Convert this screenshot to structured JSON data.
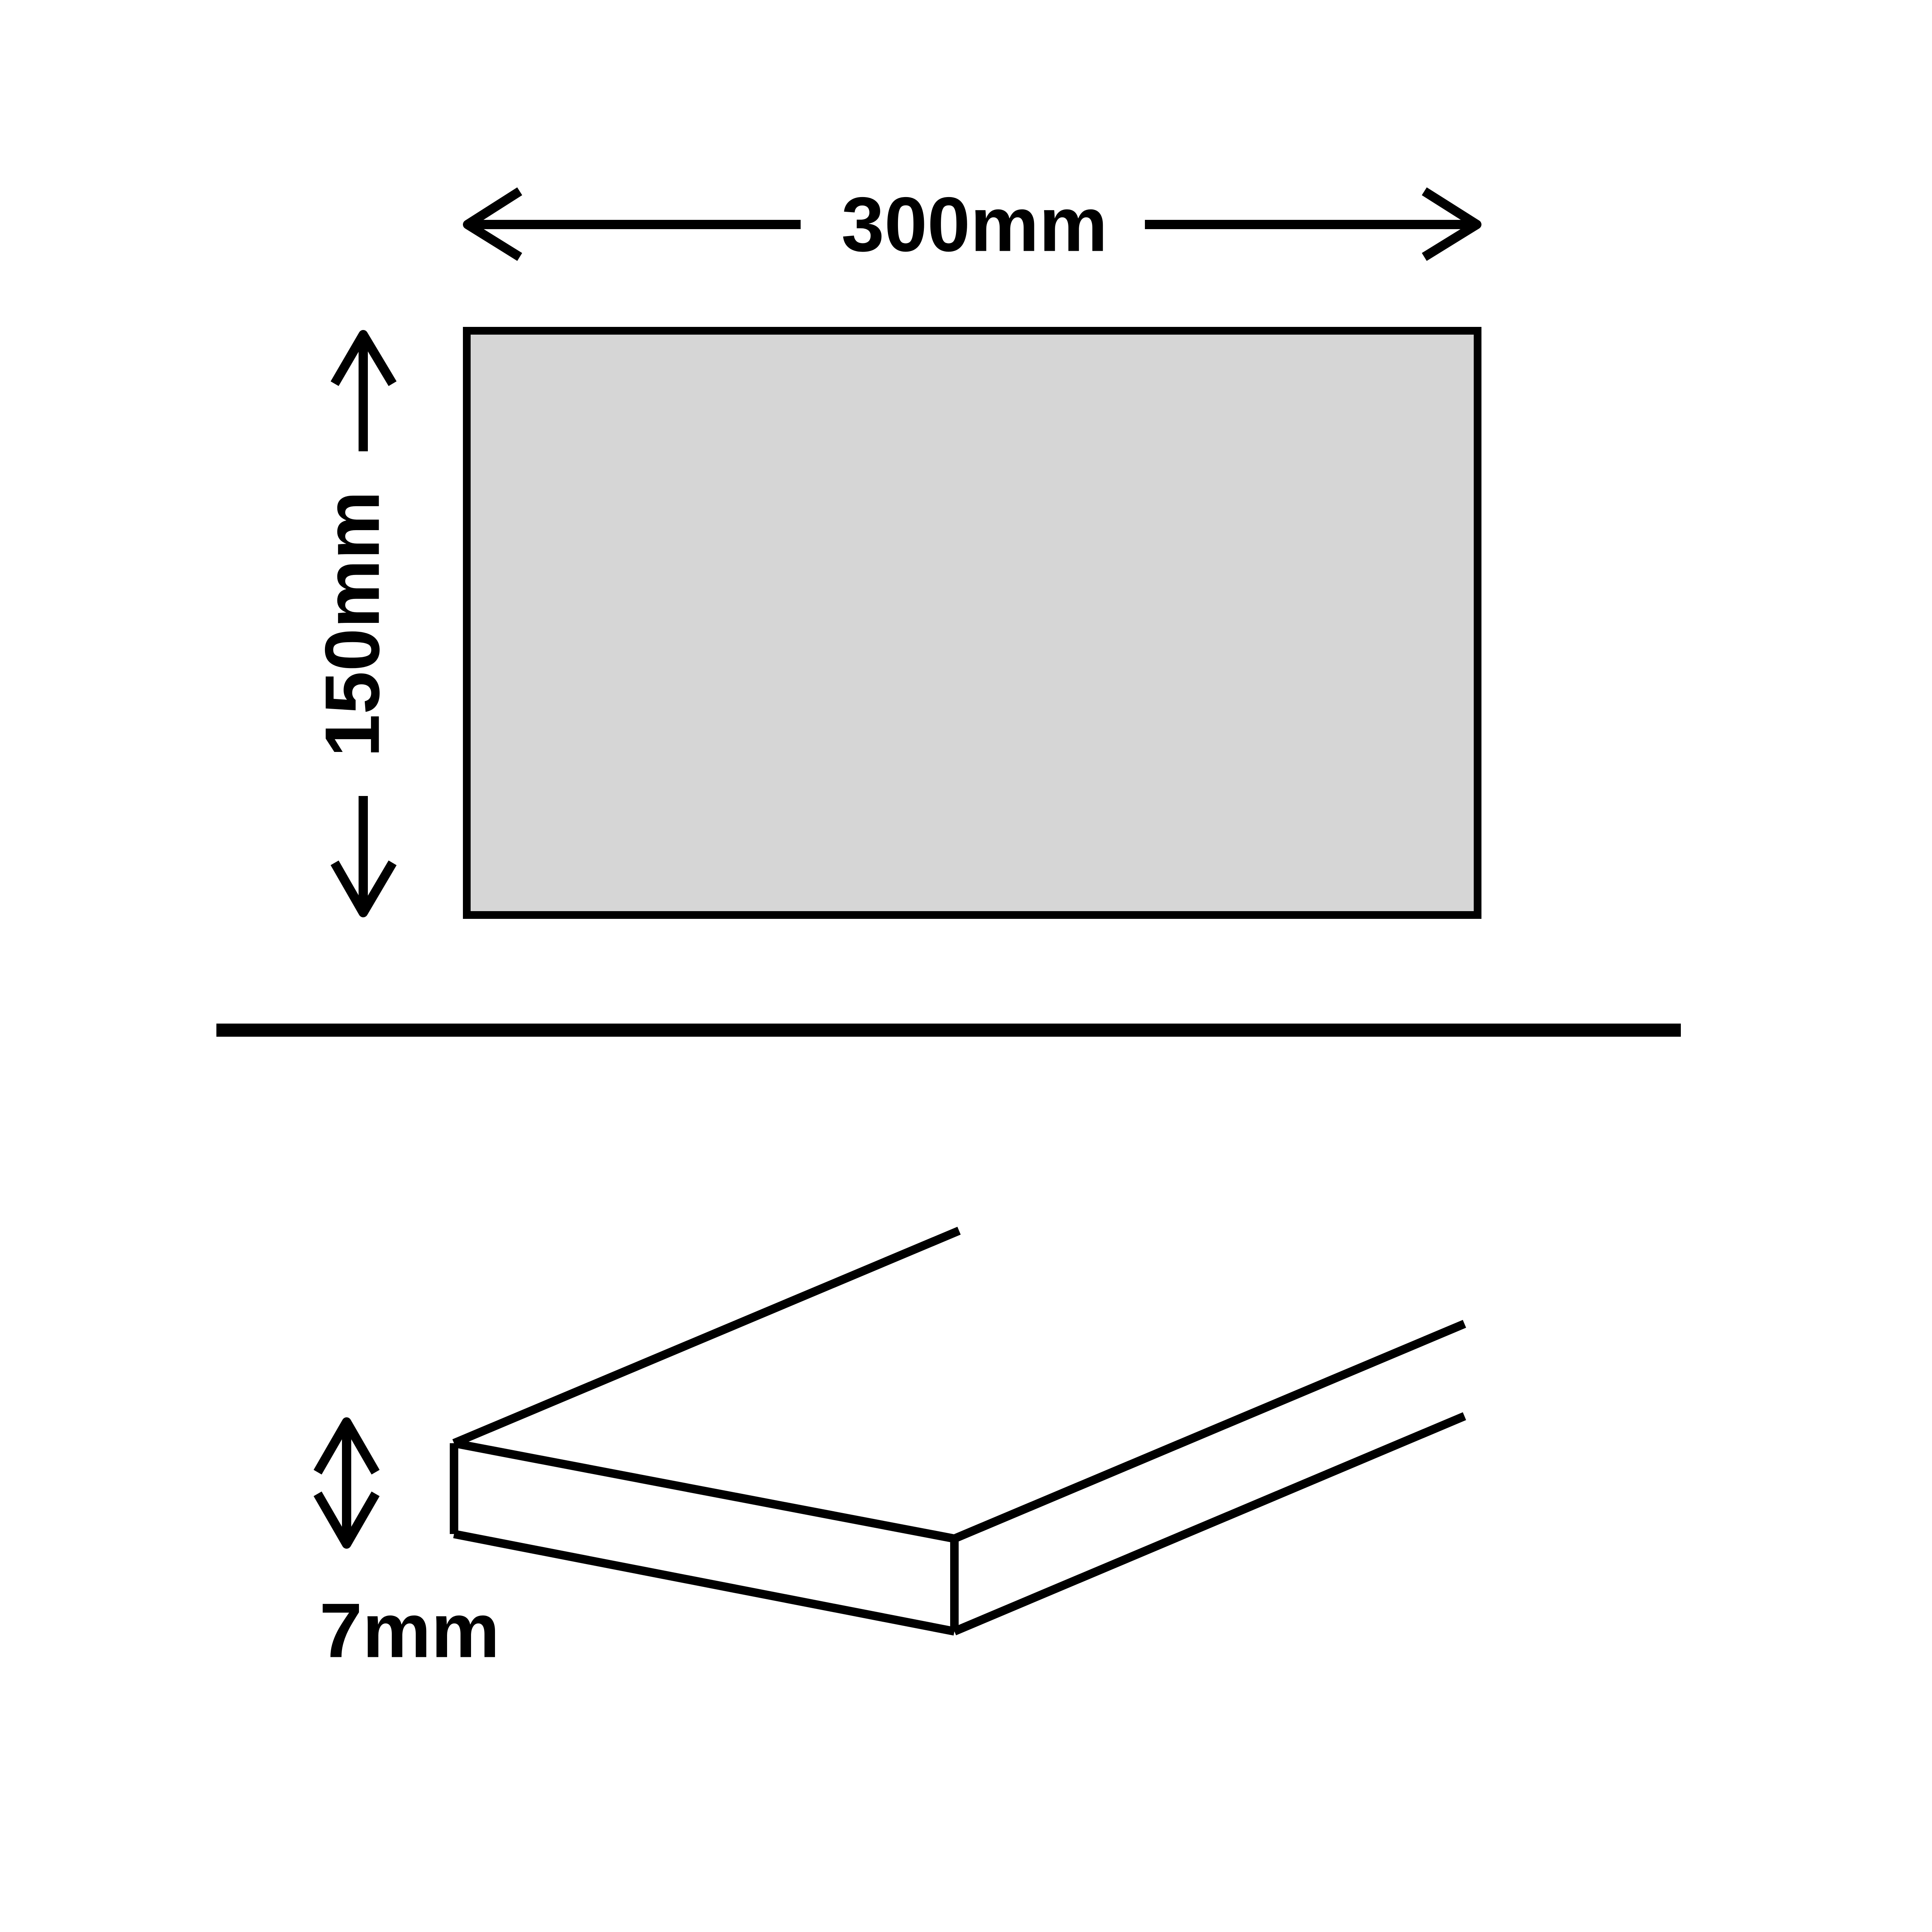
{
  "dimensions": {
    "width_label": "300mm",
    "height_label": "150mm",
    "thickness_label": "7mm"
  },
  "colors": {
    "tile_fill": "#d6d6d6",
    "stroke": "#000000",
    "background": "#ffffff"
  }
}
